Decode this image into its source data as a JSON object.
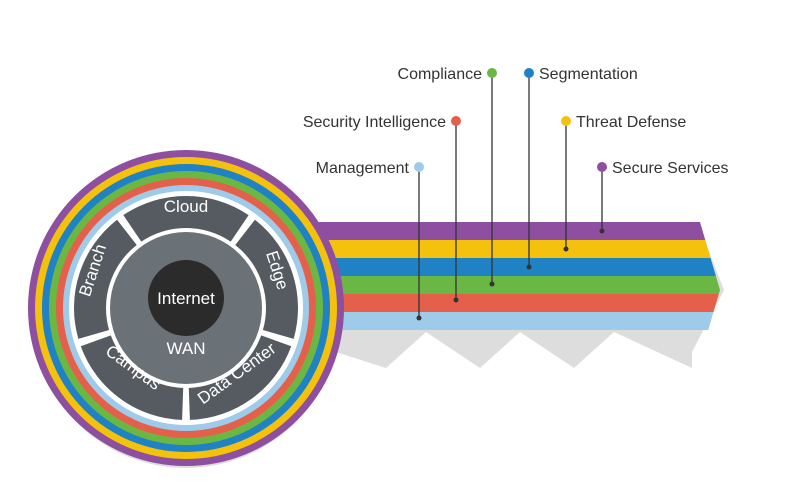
{
  "bands": [
    {
      "key": "secure_services",
      "label": "Secure Services",
      "color": "#8e4fa0"
    },
    {
      "key": "threat_defense",
      "label": "Threat Defense",
      "color": "#f4c20d"
    },
    {
      "key": "segmentation",
      "label": "Segmentation",
      "color": "#1f82c4"
    },
    {
      "key": "compliance",
      "label": "Compliance",
      "color": "#6ab843"
    },
    {
      "key": "security_intelligence",
      "label": "Security Intelligence",
      "color": "#e5604b"
    },
    {
      "key": "management",
      "label": "Management",
      "color": "#9ecbea"
    }
  ],
  "ring_segments": {
    "cloud": "Cloud",
    "edge": "Edge",
    "data_center": "Data Center",
    "campus": "Campus",
    "branch": "Branch"
  },
  "core": {
    "wan": "WAN",
    "internet": "Internet"
  },
  "colors": {
    "segment_fill": "#555b61",
    "wan_fill": "#6a7177",
    "internet_fill": "#2b2b2b",
    "shadow": "#dcdcdc",
    "callout_line": "#333333"
  }
}
